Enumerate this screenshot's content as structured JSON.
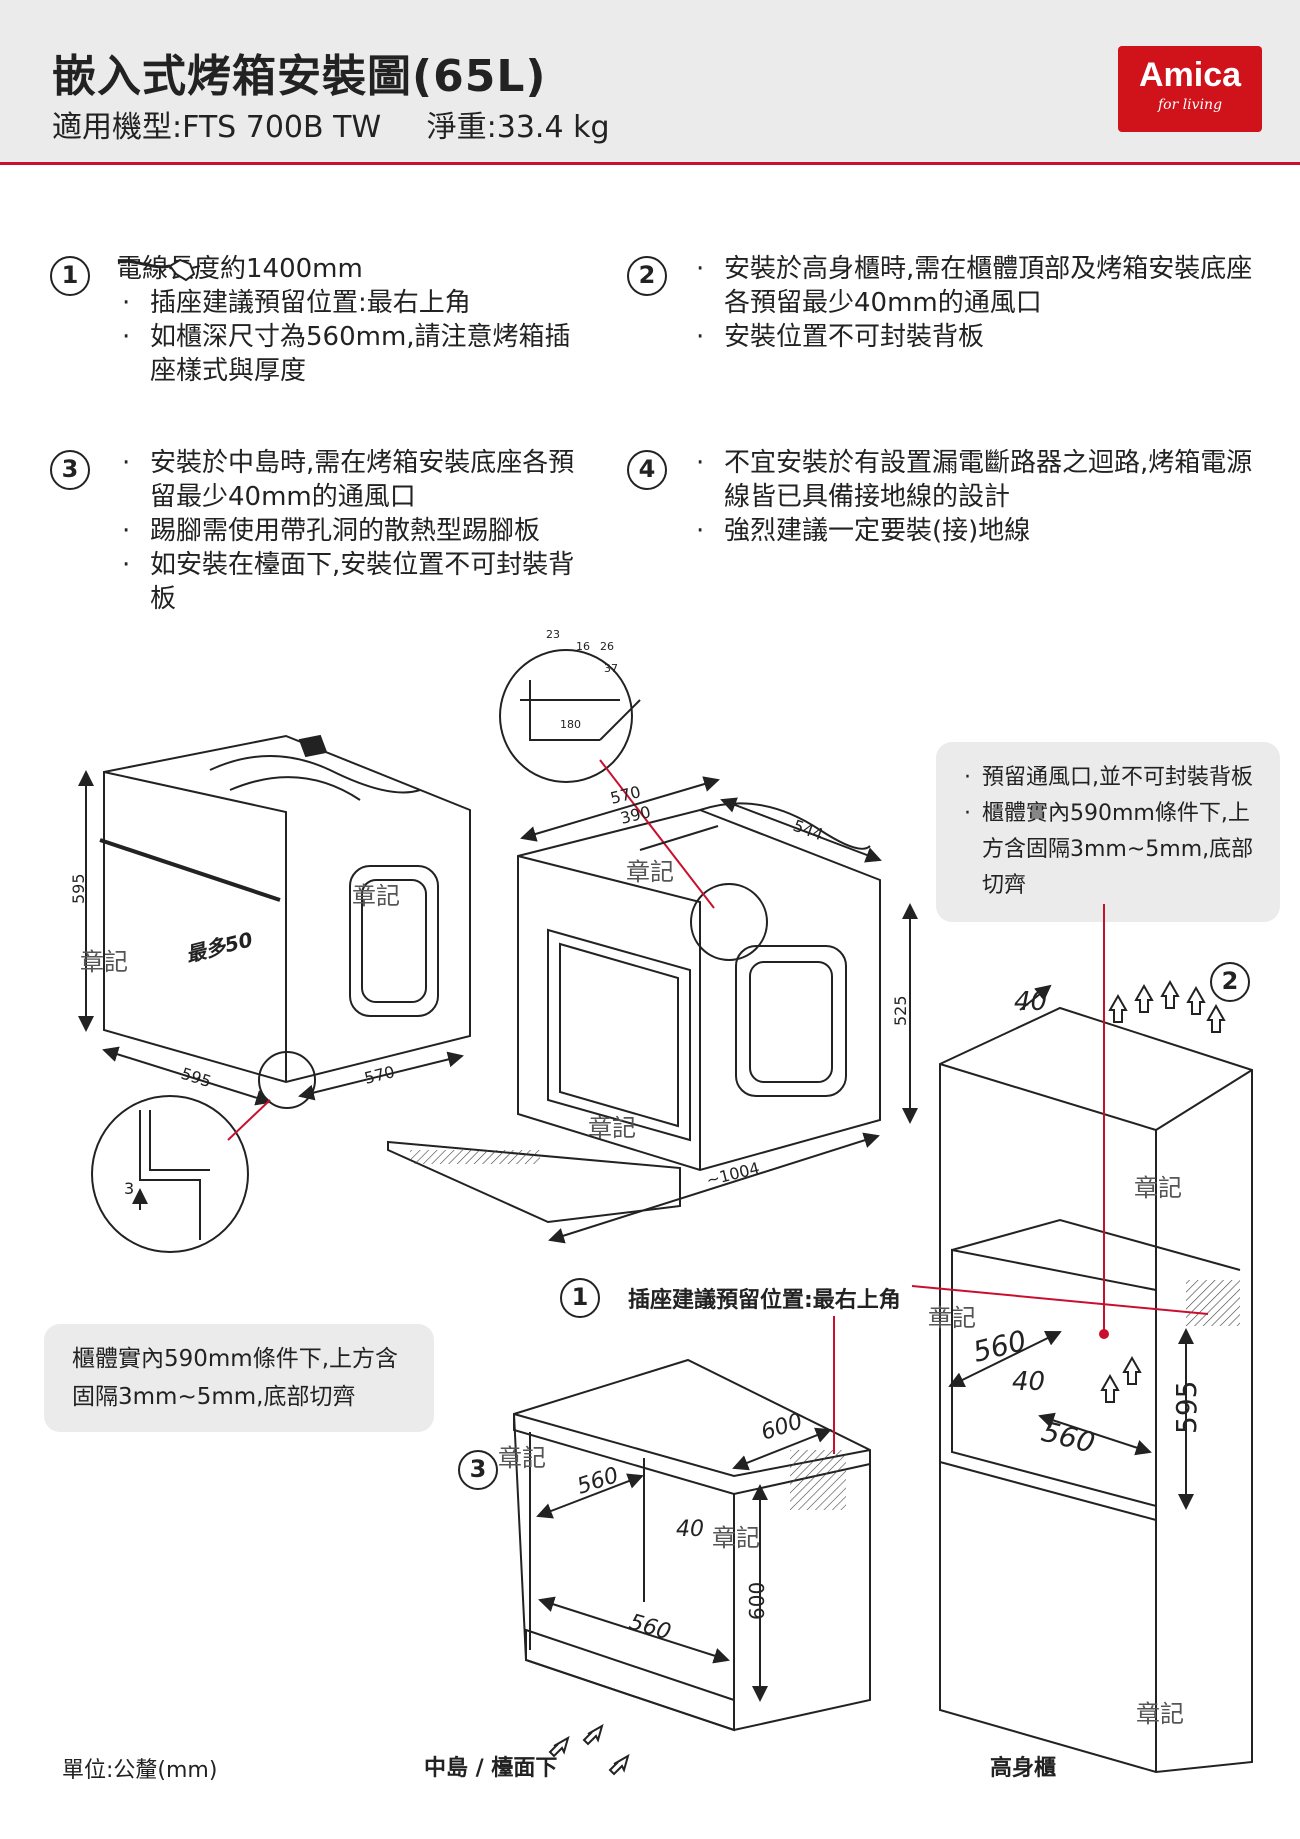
{
  "header": {
    "title": "嵌入式烤箱安裝圖(65L)",
    "model": "適用機型:FTS 700B TW",
    "weight": "淨重:33.4 kg"
  },
  "logo": {
    "brand": "Amica",
    "tagline": "for living"
  },
  "notes": [
    {
      "num": "1",
      "lines": [
        "電線長度約1400mm",
        "插座建議預留位置:最右上角",
        "如櫃深尺寸為560mm,請注意烤箱插座樣式與厚度"
      ]
    },
    {
      "num": "2",
      "lines": [
        "安裝於高身櫃時,需在櫃體頂部及烤箱安裝底座各預留最少40mm的通風口",
        "安裝位置不可封裝背板"
      ]
    },
    {
      "num": "3",
      "lines": [
        "安裝於中島時,需在烤箱安裝底座各預留最少40mm的通風口",
        "踢腳需使用帶孔洞的散熱型踢腳板",
        "如安裝在檯面下,安裝位置不可封裝背板"
      ]
    },
    {
      "num": "4",
      "lines": [
        "不宜安裝於有設置漏電斷路器之迴路,烤箱電源線皆已具備接地線的設計",
        "強烈建議一定要裝(接)地線"
      ]
    }
  ],
  "bubbles": {
    "right": [
      "預留通風口,並不可封裝背板",
      "櫃體實內590mm條件下,上方含固隔3mm~5mm,底部切齊"
    ],
    "left": "櫃體實內590mm條件下,上方含固隔3mm~5mm,底部切齊"
  },
  "dims": {
    "oven_height": "595",
    "oven_width": "595",
    "oven_depth": "570",
    "door_gap": "最多50",
    "detail_3": "3",
    "top_23": "23",
    "top_16": "16",
    "top_26": "26",
    "top_37": "37",
    "top_180": "180",
    "front_570": "570",
    "front_390": "390",
    "front_544": "544",
    "front_525": "525",
    "front_1004": "~1004",
    "tall_40_top": "40",
    "tall_560": "560",
    "tall_40": "40",
    "tall_560b": "560",
    "tall_595": "595",
    "island_600": "600",
    "island_560": "560",
    "island_40": "40",
    "island_560b": "560",
    "island_600v": "600"
  },
  "stamps": [
    "章記"
  ],
  "labels": {
    "socket": "插座建議預留位置:最右上角",
    "island": "中島 / 檯面下",
    "tall": "高身櫃",
    "unit": "單位:公釐(mm)",
    "num1": "1",
    "num2": "2",
    "num3": "3"
  },
  "colors": {
    "accent": "#c8102e",
    "bubble": "#ebebeb",
    "line": "#222222"
  }
}
